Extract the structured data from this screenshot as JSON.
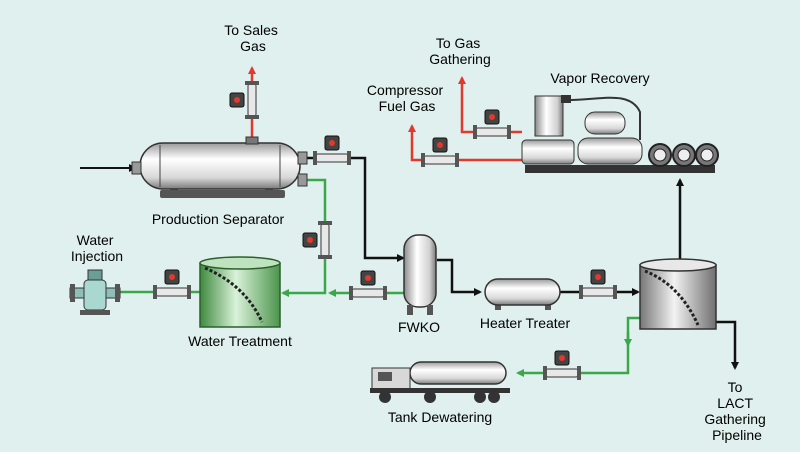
{
  "labels": {
    "to_sales_gas": [
      "To Sales",
      "Gas"
    ],
    "to_gas_gathering": [
      "To Gas",
      "Gathering"
    ],
    "compressor_fuel_gas": [
      "Compressor",
      "Fuel Gas"
    ],
    "vapor_recovery": "Vapor Recovery",
    "production_separator": "Production Separator",
    "water_injection": [
      "Water",
      "Injection"
    ],
    "water_treatment": "Water Treatment",
    "fwko": "FWKO",
    "heater_treater": "Heater Treater",
    "tank_dewatering": "Tank Dewatering",
    "to_lact": [
      "To",
      "LACT",
      "Gathering",
      "Pipeline"
    ]
  },
  "colors": {
    "background": "#dff0ee",
    "gas_line": "#e03a2e",
    "water_line": "#3aa84a",
    "oil_line": "#111111",
    "vessel_light": "#f4f4f4",
    "vessel_dark": "#8a8a8a",
    "tank_green": "#5aa05a"
  }
}
